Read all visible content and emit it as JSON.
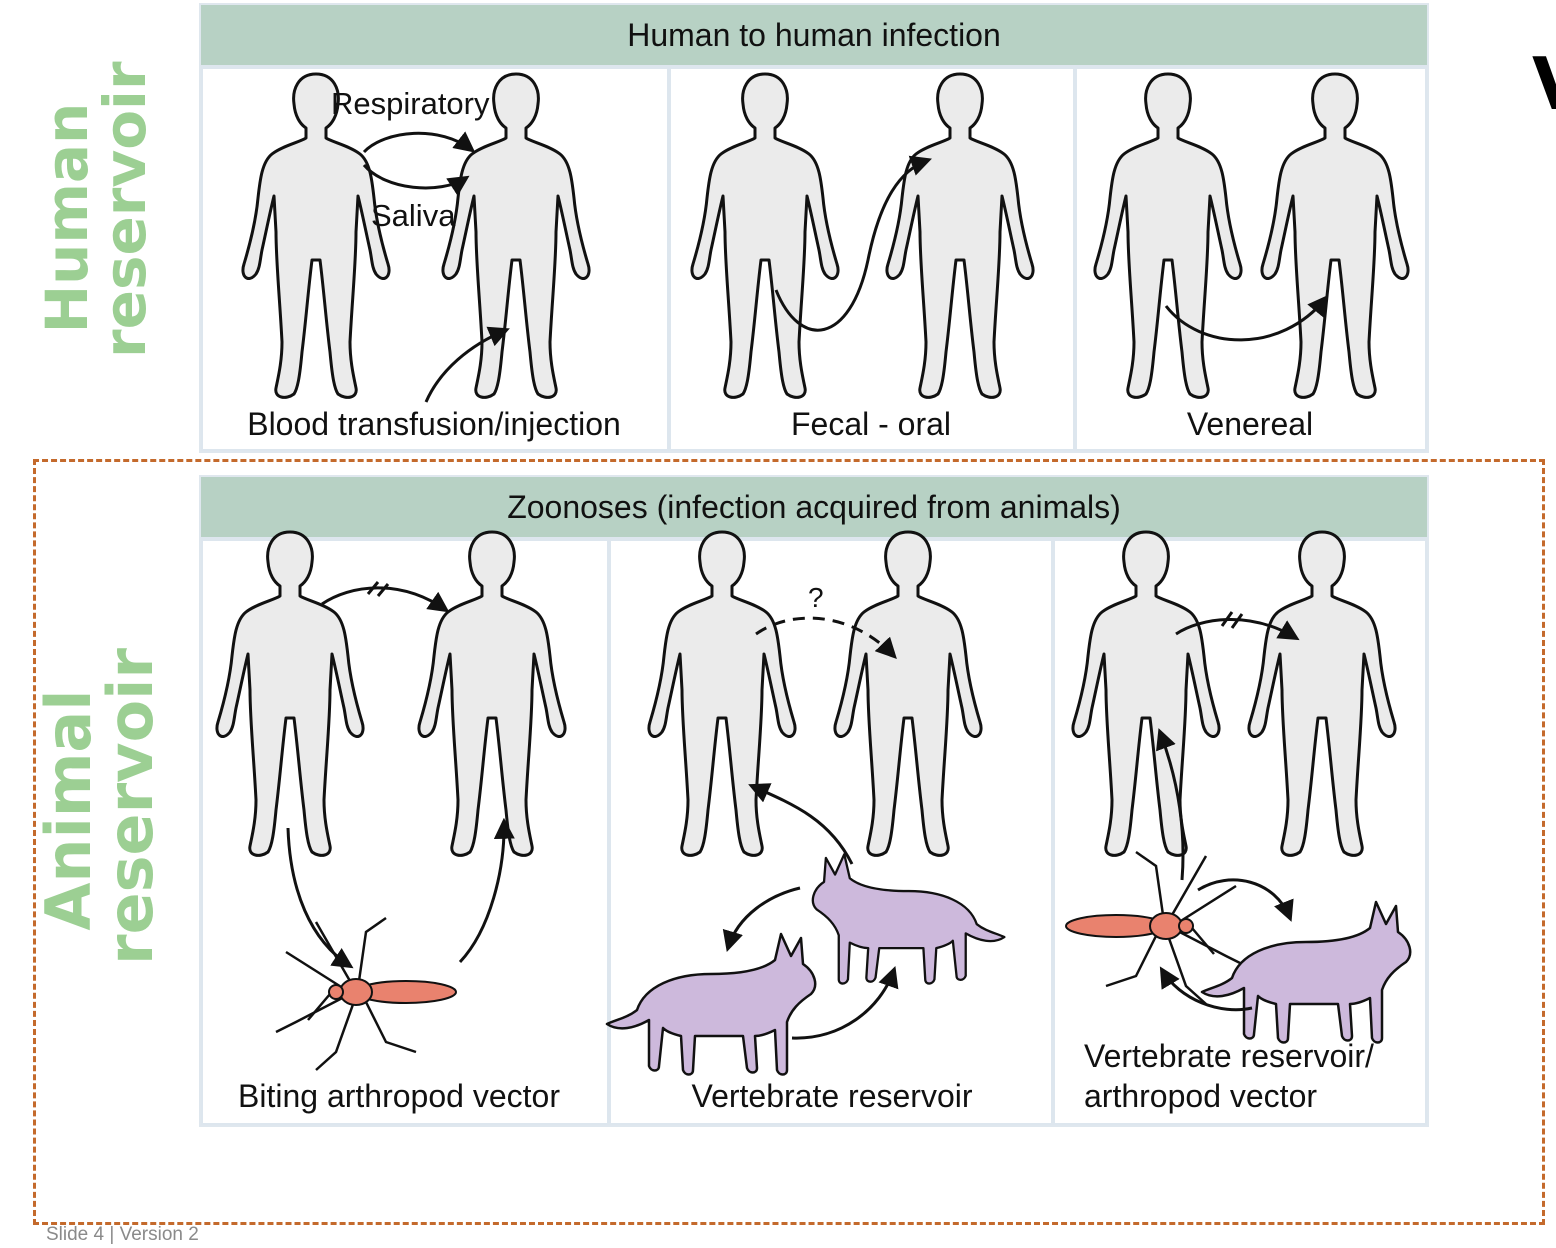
{
  "side_labels": {
    "human": [
      "Human",
      "reservoir"
    ],
    "animal": [
      "Animal",
      "reservoir"
    ]
  },
  "human_panel": {
    "title": "Human to human infection",
    "cells": [
      {
        "label": "Blood transfusion/injection",
        "annotations": [
          "Respiratory",
          "Saliva"
        ]
      },
      {
        "label": "Fecal - oral"
      },
      {
        "label": "Venereal"
      }
    ]
  },
  "zoonoses_panel": {
    "title": "Zoonoses (infection acquired from animals)",
    "cells": [
      {
        "label": "Biting arthropod vector"
      },
      {
        "label": "Vertebrate reservoir",
        "annotations": [
          "?"
        ]
      },
      {
        "label_lines": [
          "Vertebrate reservoir/",
          "arthropod vector"
        ]
      }
    ]
  },
  "footer": "Slide 4  |  Version 2",
  "edge_text": "V",
  "colors": {
    "side_label": "#9ccf93",
    "header_fill": "#b7d1c4",
    "figure_fill": "#ebebeb",
    "animal_fill": "#cdb9dc",
    "mosquito_fill": "#e9826e",
    "dashed_border": "#c46a2c"
  }
}
